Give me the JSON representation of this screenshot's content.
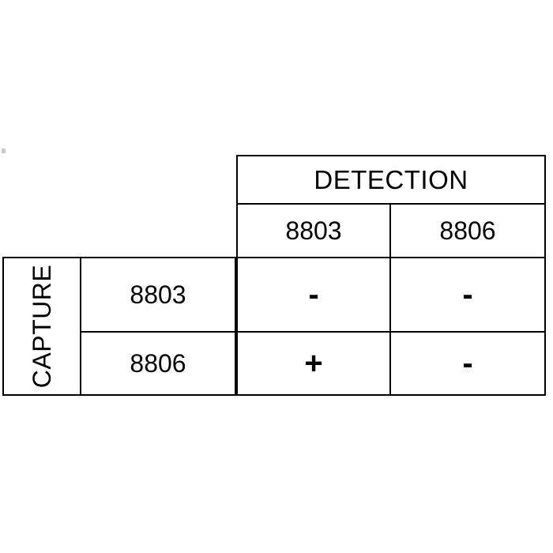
{
  "figure": {
    "type": "cross-tabulation-matrix",
    "column_group_header": "DETECTION",
    "row_group_header": "CAPTURE",
    "column_headers": [
      "8803",
      "8806"
    ],
    "row_headers": [
      "8803",
      "8806"
    ],
    "rows": [
      {
        "label": "8803",
        "values": [
          "-",
          "-"
        ]
      },
      {
        "label": "8806",
        "values": [
          "+",
          "-"
        ]
      }
    ],
    "colors": {
      "background": "#ffffff",
      "rule": "#000000",
      "text": "#000000"
    }
  },
  "chart_data": {
    "type": "table",
    "title": "",
    "row_axis_label": "CAPTURE",
    "column_axis_label": "DETECTION",
    "categories": [
      "8803",
      "8806"
    ],
    "columns": [
      "8803",
      "8806"
    ],
    "rows": [
      "8803",
      "8806"
    ],
    "cells": [
      [
        "-",
        "-"
      ],
      [
        "+",
        "-"
      ]
    ],
    "legend": [],
    "grid": true
  }
}
